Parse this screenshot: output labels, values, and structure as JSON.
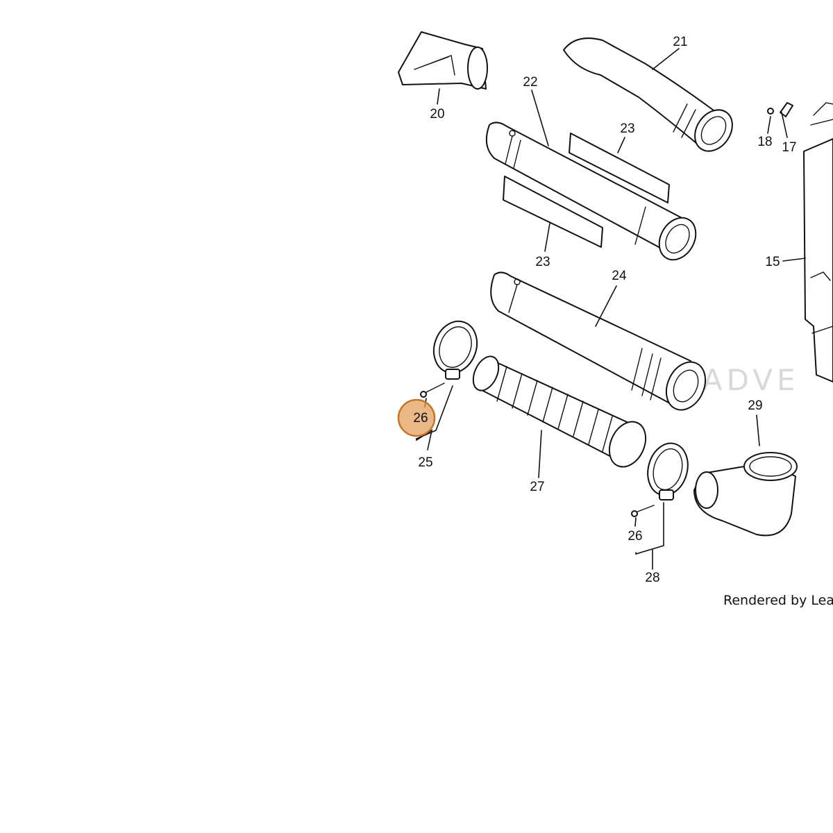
{
  "callouts": {
    "c20": "20",
    "c21": "21",
    "c22": "22",
    "c23a": "23",
    "c23b": "23",
    "c18": "18",
    "c17": "17",
    "c15": "15",
    "c24": "24",
    "c25": "25",
    "c26a": "26",
    "c26b": "26",
    "c27": "27",
    "c28": "28",
    "c29": "29"
  },
  "highlight": {
    "part": "26",
    "color": "#e09a52"
  },
  "watermark": "LEADVE",
  "credit": "Rendered by LeadV"
}
